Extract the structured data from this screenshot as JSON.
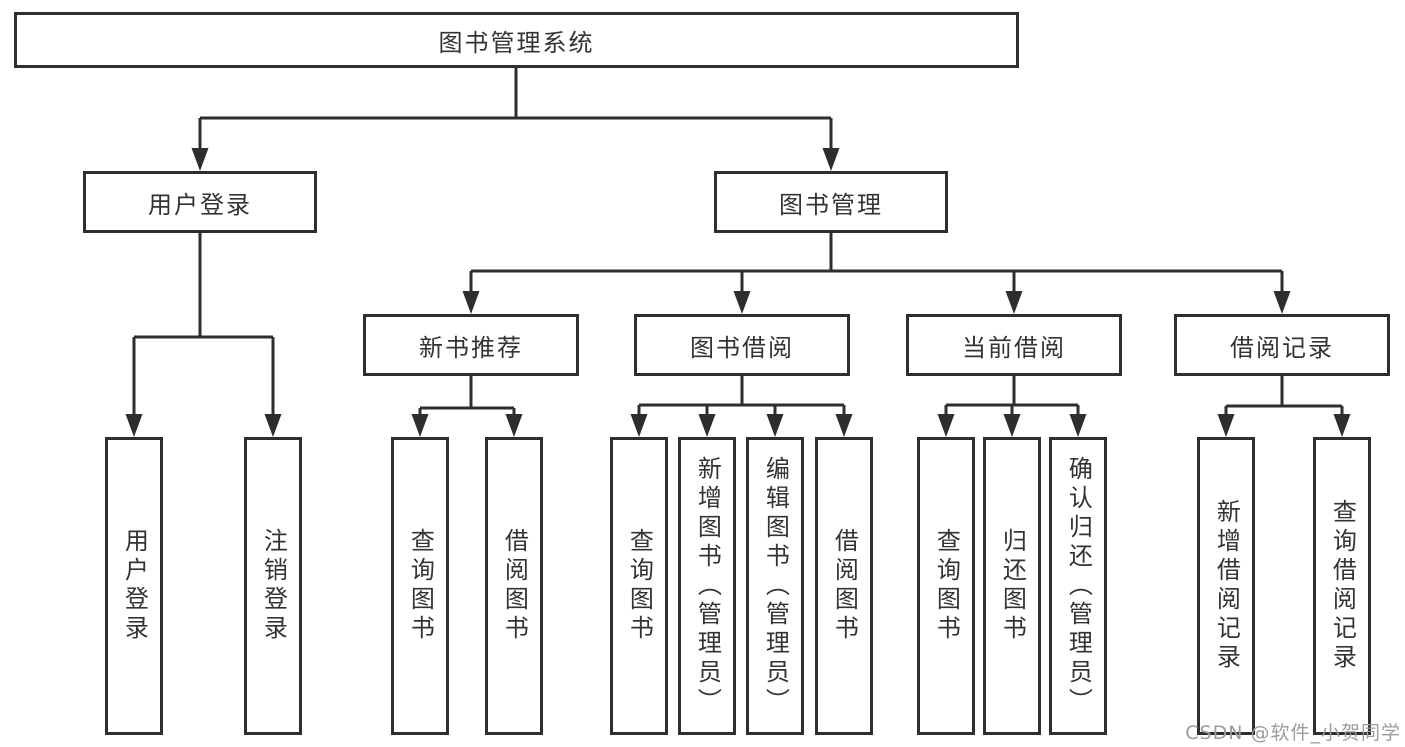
{
  "diagram": {
    "title": "图书管理系统",
    "watermark": "CSDN @软件_小贺同学",
    "user_login": {
      "label": "用户登录",
      "children": [
        "用户登录",
        "注销登录"
      ]
    },
    "book_mgmt": {
      "label": "图书管理",
      "sections": [
        {
          "label": "新书推荐",
          "children": [
            "查询图书",
            "借阅图书"
          ]
        },
        {
          "label": "图书借阅",
          "children": [
            "查询图书",
            "新增图书（管理员）",
            "编辑图书（管理员）",
            "借阅图书"
          ]
        },
        {
          "label": "当前借阅",
          "children": [
            "查询图书",
            "归还图书",
            "确认归还（管理员）"
          ]
        },
        {
          "label": "借阅记录",
          "children": [
            "新增借阅记录",
            "查询借阅记录"
          ]
        }
      ]
    }
  }
}
